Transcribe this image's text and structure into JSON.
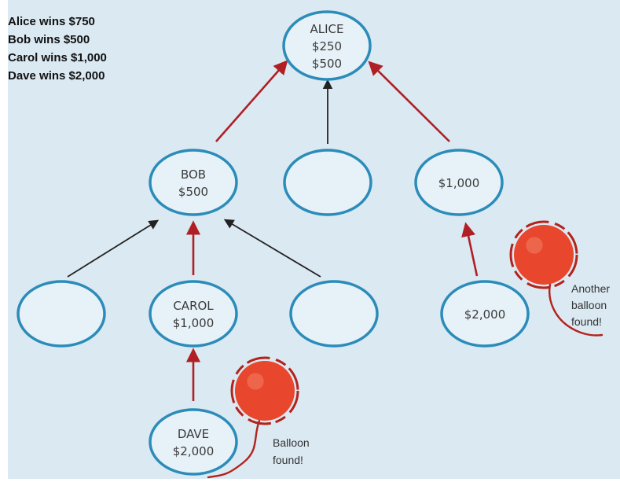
{
  "colors": {
    "background": "#dbe9f2",
    "node_stroke": "#2b8cb9",
    "node_fill": "#e7f2f8",
    "node_text": "#3a3a3a",
    "arrow_red": "#b01f24",
    "arrow_black": "#222222",
    "balloon": "#e8462d",
    "balloon_dark": "#b3221c"
  },
  "winnings": [
    "Alice wins $750",
    "Bob wins $500",
    "Carol wins $1,000",
    "Dave wins $2,000"
  ],
  "nodes": [
    {
      "id": "alice",
      "lines": [
        "ALICE",
        "$250",
        "$500"
      ]
    },
    {
      "id": "bob",
      "lines": [
        "BOB",
        "$500"
      ]
    },
    {
      "id": "mid-empty",
      "lines": []
    },
    {
      "id": "right-1000",
      "lines": [
        "$1,000"
      ]
    },
    {
      "id": "left-empty",
      "lines": []
    },
    {
      "id": "carol",
      "lines": [
        "CAROL",
        "$1,000"
      ]
    },
    {
      "id": "bob-child-empty",
      "lines": []
    },
    {
      "id": "right-2000",
      "lines": [
        "$2,000"
      ]
    },
    {
      "id": "dave",
      "lines": [
        "DAVE",
        "$2,000"
      ]
    }
  ],
  "edges": [
    {
      "from": "bob",
      "to": "alice",
      "color": "red"
    },
    {
      "from": "mid-empty",
      "to": "alice",
      "color": "black"
    },
    {
      "from": "right-1000",
      "to": "alice",
      "color": "red"
    },
    {
      "from": "left-empty",
      "to": "bob",
      "color": "black"
    },
    {
      "from": "carol",
      "to": "bob",
      "color": "red"
    },
    {
      "from": "bob-child-empty",
      "to": "bob",
      "color": "black"
    },
    {
      "from": "right-2000",
      "to": "right-1000",
      "color": "red"
    },
    {
      "from": "dave",
      "to": "carol",
      "color": "red"
    }
  ],
  "balloons": [
    {
      "id": "dave-balloon",
      "lines": [
        "Balloon",
        "found!"
      ]
    },
    {
      "id": "right-balloon",
      "lines": [
        "Another",
        "balloon",
        "found!"
      ]
    }
  ]
}
